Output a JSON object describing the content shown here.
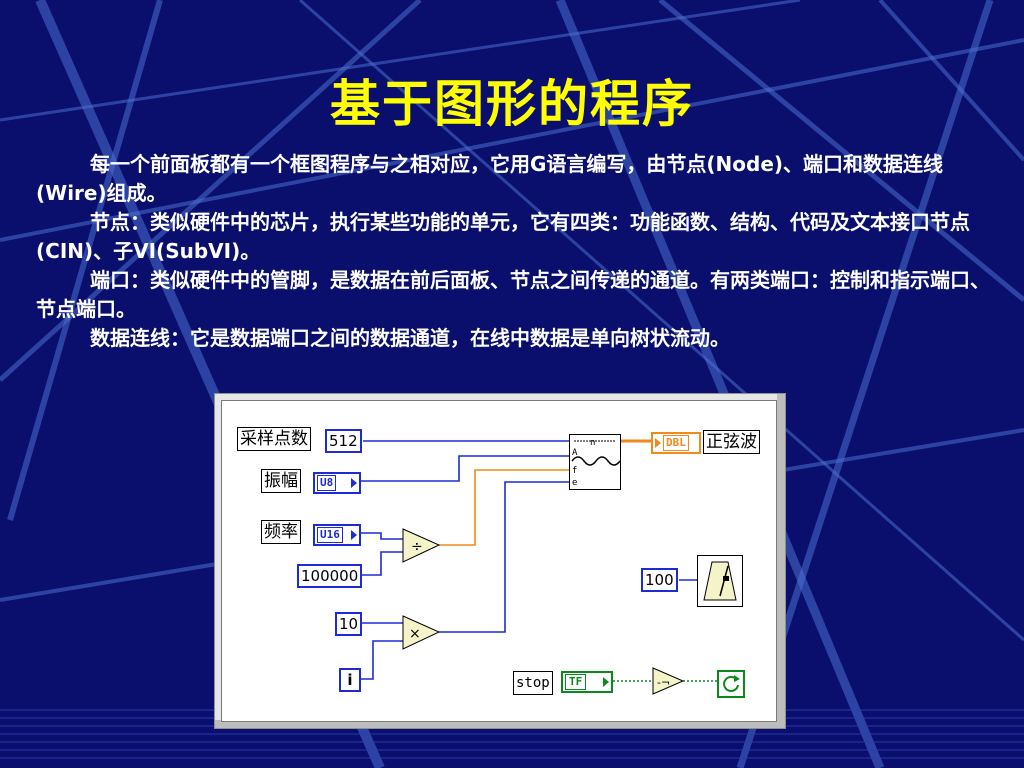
{
  "slide": {
    "title": "基于图形的程序",
    "paragraphs": [
      "每一个前面板都有一个框图程序与之相对应，它用G语言编写，由节点(Node)、端口和数据连线(Wire)组成。",
      "节点：类似硬件中的芯片，执行某些功能的单元，它有四类：功能函数、结构、代码及文本接口节点(CIN)、子VI(SubVI)。",
      "端口：类似硬件中的管脚，是数据在前后面板、节点之间传递的通道。有两类端口：控制和指示端口、节点端口。",
      "数据连线：它是数据端口之间的数据通道，在线中数据是单向树状流动。"
    ]
  },
  "diagram": {
    "labels": {
      "samples": "采样点数",
      "amplitude": "振幅",
      "frequency": "频率",
      "sine_wave": "正弦波",
      "stop": "stop"
    },
    "constants": {
      "samples_value": "512",
      "divisor": "100000",
      "multiplier": "10",
      "wait_ms": "100",
      "iteration": "i"
    },
    "terminals": {
      "amplitude_type": "U8",
      "frequency_type": "U16",
      "output_type": "DBL",
      "stop_type": "TF"
    },
    "sine_node_pins": [
      "n",
      "A",
      "f",
      "e"
    ],
    "colors": {
      "integer_wire": "#1d2bd6",
      "double_wire": "#f08a1c",
      "boolean_wire": "#0a8a1a",
      "title": "#ffff00",
      "background": "#0a0f6e"
    }
  }
}
